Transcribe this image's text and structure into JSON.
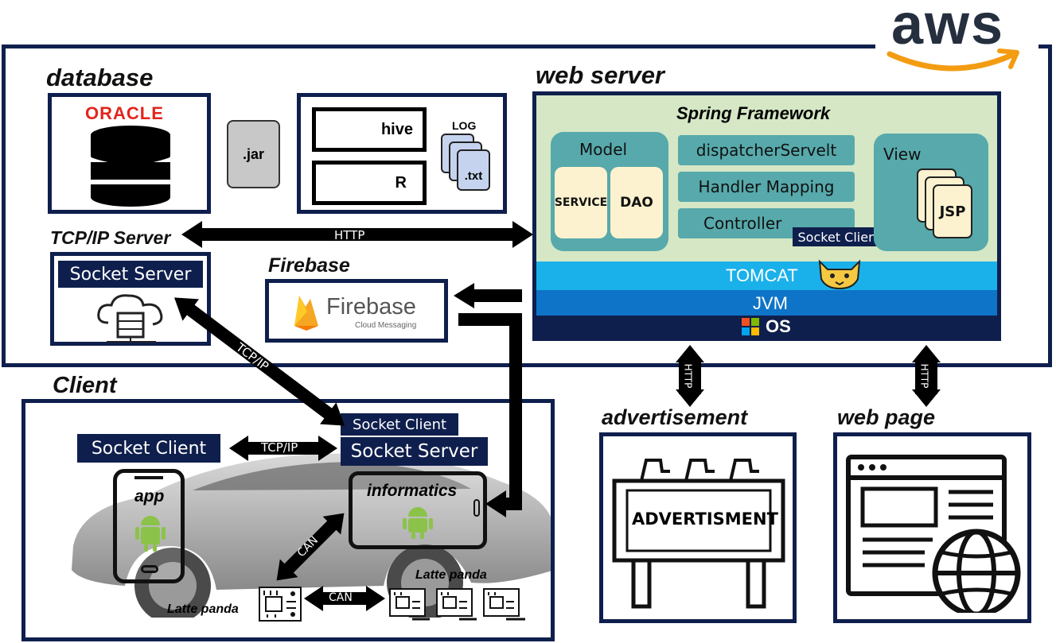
{
  "brand": {
    "logo_text": "aws",
    "accent": "#f39c12",
    "navy": "#0f1f4d"
  },
  "database": {
    "title": "database",
    "oracle_label": "ORACLE",
    "jar_label": ".jar",
    "hive_label": "hive",
    "r_label": "R",
    "log_label": "LOG",
    "txt_label": ".txt"
  },
  "tcp_server": {
    "title": "TCP/IP Server",
    "socket_server": "Socket Server"
  },
  "firebase": {
    "title": "Firebase",
    "logo_name": "Firebase",
    "logo_sub": "Cloud Messaging"
  },
  "web_server": {
    "title": "web server",
    "framework": "Spring Framework",
    "model": "Model",
    "service": "SERVICE",
    "dao": "DAO",
    "dispatcher": "dispatcherServelt",
    "handler": "Handler Mapping",
    "controller": "Controller",
    "socket_client": "Socket Client",
    "view": "View",
    "jsp": "JSP",
    "tomcat": "TOMCAT",
    "jvm": "JVM",
    "os": "OS"
  },
  "links": {
    "http": "HTTP",
    "tcpip_diag": "TCP/IP",
    "tcpip_client": "TCP/IP",
    "can_diag": "CAN",
    "can_horiz": "CAN",
    "http_ad": "HTTP",
    "http_web": "HTTP"
  },
  "client": {
    "title": "Client",
    "socket_client_left": "Socket Client",
    "socket_client_small": "Socket Client",
    "socket_server": "Socket Server",
    "app": "app",
    "informatics": "informatics",
    "latte_left": "Latte panda",
    "latte_right": "Latte panda"
  },
  "advertisement": {
    "title": "advertisement",
    "board_text": "ADVERTISMENT"
  },
  "web_page": {
    "title": "web page"
  }
}
